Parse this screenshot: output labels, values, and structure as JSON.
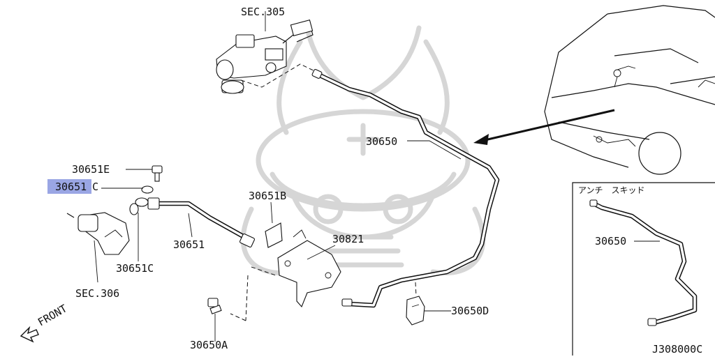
{
  "diagram_id": "J308000C",
  "inset_title": "アンチ　スキッド",
  "watermark_icon": "samurai-helmet-watermark",
  "highlight_color": "#9aa6e4",
  "labels": {
    "sec305": "SEC.305",
    "sec306": "SEC.306",
    "p30650": "30650",
    "p30650_inset": "30650",
    "p30651E": "30651E",
    "p30651C_top": "30651C",
    "p30651C_top_highlight": "30651",
    "p30651C_lower": "30651C",
    "p30651": "30651",
    "p30651B": "30651B",
    "p30821": "30821",
    "p30650D": "30650D",
    "p30650A": "30650A",
    "front": "FRONT"
  }
}
